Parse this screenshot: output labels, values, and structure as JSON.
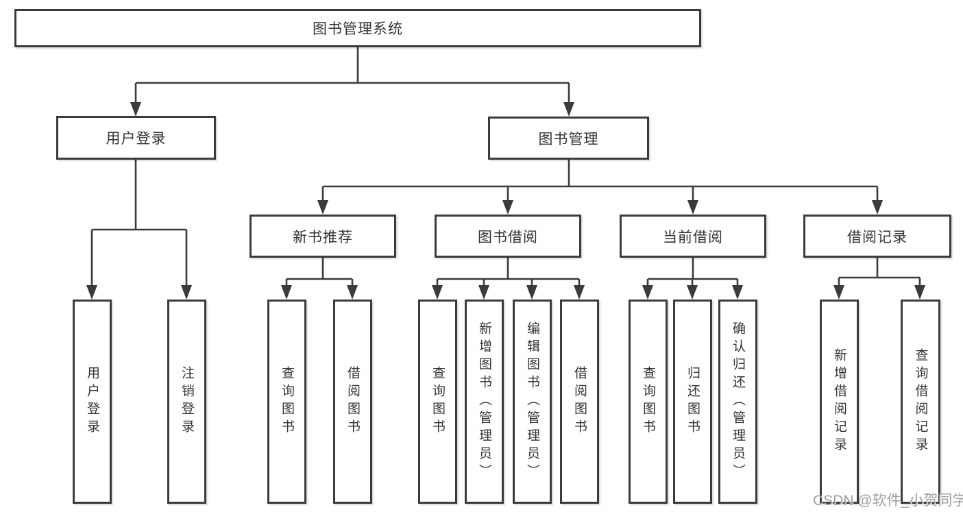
{
  "tree": {
    "label": "图书管理系统",
    "children": [
      {
        "label": "用户登录",
        "children": [
          {
            "label": "用户登录"
          },
          {
            "label": "注销登录"
          }
        ]
      },
      {
        "label": "图书管理",
        "children": [
          {
            "label": "新书推荐",
            "children": [
              {
                "label": "查询图书"
              },
              {
                "label": "借阅图书"
              }
            ]
          },
          {
            "label": "图书借阅",
            "children": [
              {
                "label": "查询图书"
              },
              {
                "label": "新增图书（管理员）"
              },
              {
                "label": "编辑图书（管理员）"
              },
              {
                "label": "借阅图书"
              }
            ]
          },
          {
            "label": "当前借阅",
            "children": [
              {
                "label": "查询图书"
              },
              {
                "label": "归还图书"
              },
              {
                "label": "确认归还（管理员）"
              }
            ]
          },
          {
            "label": "借阅记录",
            "children": [
              {
                "label": "新增借阅记录"
              },
              {
                "label": "查询借阅记录"
              }
            ]
          }
        ]
      }
    ]
  },
  "watermark": {
    "text": "CSDN @软件_小贺同学"
  },
  "colors": {
    "line": "#3b3b3b",
    "box_border": "#3b3b3b",
    "box_fill": "#ffffff",
    "label_text": "#333333",
    "watermark_text": "#9e9e9e"
  }
}
